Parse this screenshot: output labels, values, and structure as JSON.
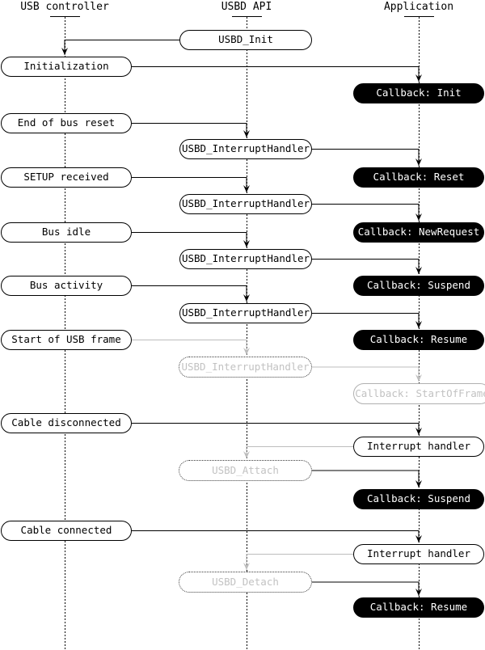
{
  "columns": {
    "usb_controller": "USB controller",
    "usbd_api": "USBD API",
    "application": "Application"
  },
  "nodes": {
    "usbd_init": "USBD_Init",
    "initialization": "Initialization",
    "callback_init": "Callback: Init",
    "end_of_bus_reset": "End of bus reset",
    "interrupt_handler_1": "USBD_InterruptHandler",
    "setup_received": "SETUP received",
    "callback_reset": "Callback: Reset",
    "interrupt_handler_2": "USBD_InterruptHandler",
    "bus_idle": "Bus idle",
    "callback_newrequest": "Callback: NewRequest",
    "interrupt_handler_3": "USBD_InterruptHandler",
    "bus_activity": "Bus activity",
    "callback_suspend_1": "Callback: Suspend",
    "interrupt_handler_4": "USBD_InterruptHandler",
    "start_of_usb_frame": "Start of USB frame",
    "callback_resume_1": "Callback: Resume",
    "interrupt_handler_ghost": "USBD_InterruptHandler",
    "callback_startofframe": "Callback: StartOfFrame",
    "cable_disconnected": "Cable disconnected",
    "app_interrupt_handler_1": "Interrupt handler",
    "usbd_attach": "USBD_Attach",
    "callback_suspend_2": "Callback: Suspend",
    "cable_connected": "Cable connected",
    "app_interrupt_handler_2": "Interrupt handler",
    "usbd_detach": "USBD_Detach",
    "callback_resume_2": "Callback: Resume"
  },
  "colors": {
    "active": "#000000",
    "background": "#ffffff",
    "inactive_line": "#bdbdbd",
    "inactive_text": "#c2c2c2"
  }
}
